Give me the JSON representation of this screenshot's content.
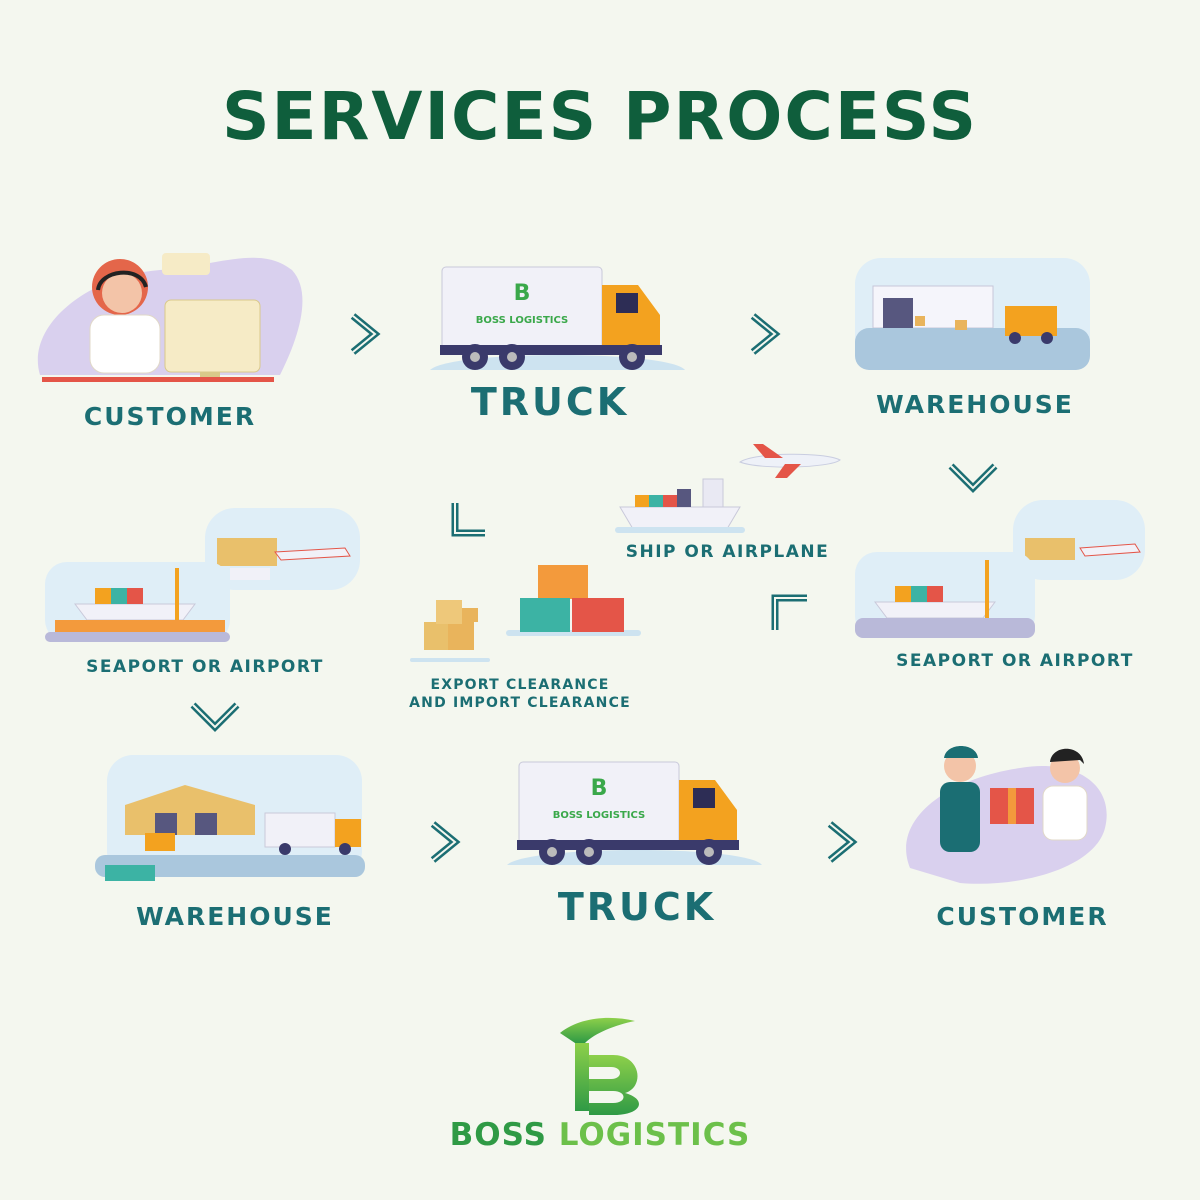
{
  "title": "SERVICES PROCESS",
  "steps": {
    "customer_start": "CUSTOMER",
    "truck_top": "TRUCK",
    "warehouse_top": "WAREHOUSE",
    "ship_or_airplane": "SHIP OR AIRPLANE",
    "seaport_right": "SEAPORT OR AIRPORT",
    "clearance_line1": "EXPORT CLEARANCE",
    "clearance_line2": "AND IMPORT CLEARANCE",
    "seaport_left": "SEAPORT OR AIRPORT",
    "warehouse_bottom": "WAREHOUSE",
    "truck_bottom": "TRUCK",
    "customer_end": "CUSTOMER"
  },
  "truck_brand": "BOSS LOGISTICS",
  "logo": {
    "word1": "BOSS",
    "word2": "LOGISTICS",
    "letter": "B"
  },
  "colors": {
    "title": "#0f5e3c",
    "label": "#1b6e73",
    "arrow": "#1b6e73",
    "brand_green": "#3aa84a",
    "brand_light": "#8dd04a"
  }
}
